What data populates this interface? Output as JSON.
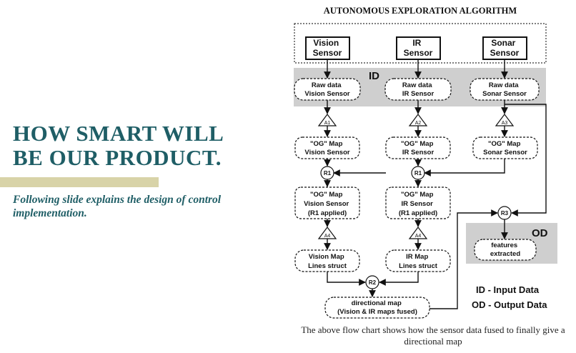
{
  "slide": {
    "title": "HOW SMART WILL BE OUR PRODUCT.",
    "subtitle": "Following slide explains the design of control implementation.",
    "caption": "The above flow chart shows how the sensor data fused to finally give a directional map",
    "accent_color": "#1f5e66",
    "bar_color": "#d8d3a8"
  },
  "diagram": {
    "title": "AUTONOMOUS EXPLORATION ALGORITHM",
    "id_label": "ID",
    "od_label": "OD",
    "sensors": {
      "vision": [
        "Vision",
        "Sensor"
      ],
      "ir": [
        "IR",
        "Sensor"
      ],
      "sonar": [
        "Sonar",
        "Sensor"
      ]
    },
    "raw": {
      "vision": [
        "Raw data",
        "Vision Sensor"
      ],
      "ir": [
        "Raw data",
        "IR Sensor"
      ],
      "sonar": [
        "Raw data",
        "Sonar Sensor"
      ]
    },
    "algos": {
      "a1": "A1",
      "a2": "A2",
      "a3": "A3",
      "a4": "A4"
    },
    "og_map": {
      "vision": [
        "\"OG\" Map",
        "Vision Sensor"
      ],
      "ir": [
        "\"OG\" Map",
        "IR Sensor"
      ],
      "sonar": [
        "\"OG\" Map",
        "Sonar Sensor"
      ]
    },
    "rules": {
      "r1": "R1",
      "r2": "R2",
      "r3": "R3"
    },
    "og_r1": {
      "vision": [
        "\"OG\" Map",
        "Vision Sensor",
        "(R1 applied)"
      ],
      "ir": [
        "\"OG\" Map",
        "IR Sensor",
        "(R1 applied)"
      ]
    },
    "line_map": {
      "vision": [
        "Vision Map",
        "Lines struct"
      ],
      "ir": [
        "IR Map",
        "Lines struct"
      ]
    },
    "directional": [
      "directional map",
      "(Vision & IR maps fused)"
    ],
    "features": [
      "features",
      "extracted"
    ],
    "legend": [
      "ID - Input Data",
      "OD - Output Data"
    ]
  }
}
